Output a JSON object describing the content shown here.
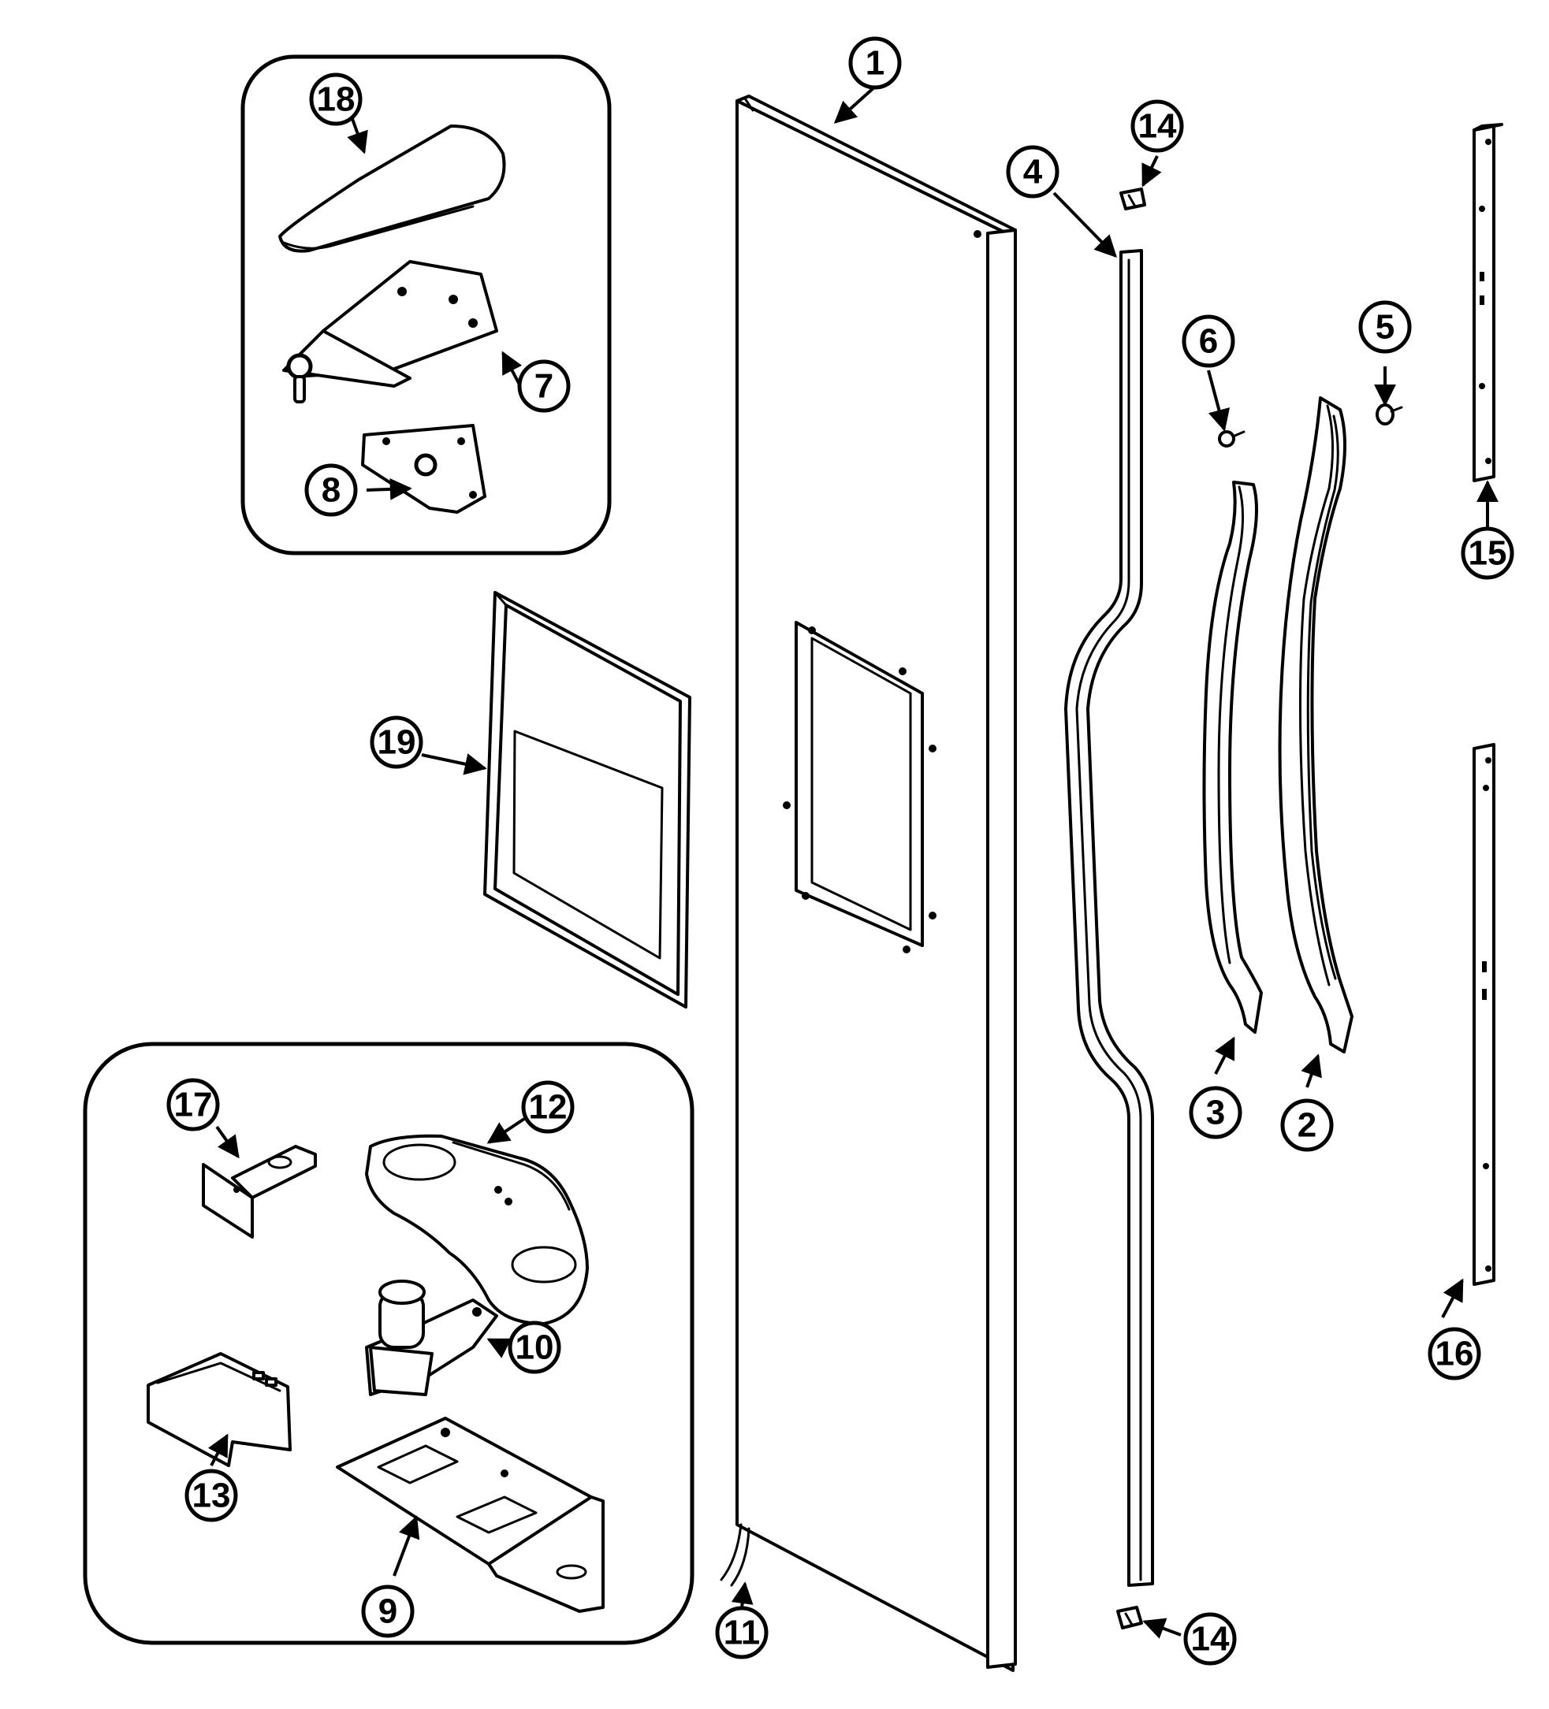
{
  "callouts": [
    {
      "id": "1",
      "label": "1"
    },
    {
      "id": "2",
      "label": "2"
    },
    {
      "id": "3",
      "label": "3"
    },
    {
      "id": "4",
      "label": "4"
    },
    {
      "id": "5",
      "label": "5"
    },
    {
      "id": "6",
      "label": "6"
    },
    {
      "id": "7",
      "label": "7"
    },
    {
      "id": "8",
      "label": "8"
    },
    {
      "id": "9",
      "label": "9"
    },
    {
      "id": "10",
      "label": "10"
    },
    {
      "id": "11",
      "label": "11"
    },
    {
      "id": "12",
      "label": "12"
    },
    {
      "id": "13",
      "label": "13"
    },
    {
      "id": "14a",
      "label": "14"
    },
    {
      "id": "14b",
      "label": "14"
    },
    {
      "id": "15",
      "label": "15"
    },
    {
      "id": "16",
      "label": "16"
    },
    {
      "id": "17",
      "label": "17"
    },
    {
      "id": "18",
      "label": "18"
    },
    {
      "id": "19",
      "label": "19"
    }
  ],
  "colors": {
    "line": "#000000",
    "background": "#ffffff"
  }
}
